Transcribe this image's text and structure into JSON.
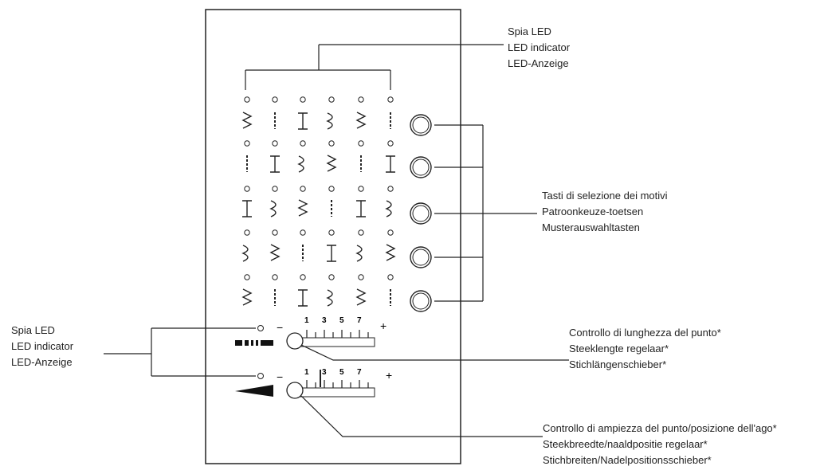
{
  "labels": {
    "led_top": [
      "Spia LED",
      "LED indicator",
      "LED-Anzeige"
    ],
    "pattern_keys": [
      "Tasti di selezione dei motivi",
      "Patroonkeuze-toetsen",
      "Musterauswahltasten"
    ],
    "led_left": [
      "Spia LED",
      "LED indicator",
      "LED-Anzeige"
    ],
    "stitch_length": [
      "Controllo di lunghezza del punto*",
      "Steeklengte regelaar*",
      "Stichlängenschieber*"
    ],
    "stitch_width": [
      "Controllo di ampiezza del punto/posizione dell'ago*",
      "Steekbreedte/naaldpositie regelaar*",
      "Stichbreiten/Nadelpositionsschieber*"
    ]
  },
  "sliders": {
    "length": {
      "minus": "−",
      "plus": "+",
      "scale": [
        "1",
        "3",
        "5",
        "7"
      ]
    },
    "width": {
      "minus": "−",
      "plus": "+",
      "scale": [
        "1",
        "3",
        "5",
        "7"
      ]
    }
  },
  "pattern_grid": {
    "columns": 6,
    "rows": 5,
    "selection_buttons": 5
  }
}
